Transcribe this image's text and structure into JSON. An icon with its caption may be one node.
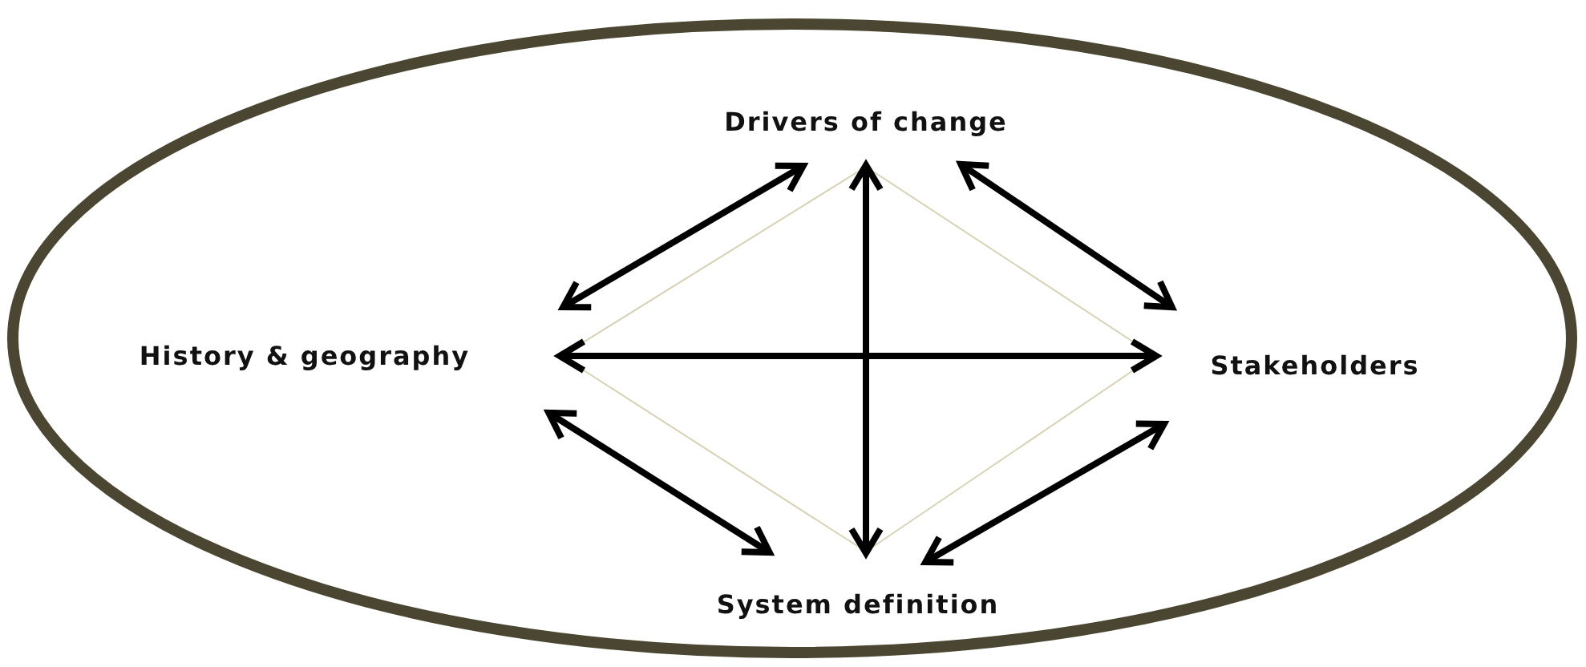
{
  "diagram": {
    "nodes": [
      {
        "text": [
          "Drivers of change"
        ]
      },
      {
        "text": [
          "History & geography"
        ]
      },
      {
        "text": [
          "Stakeholders"
        ]
      },
      {
        "text": [
          "System definition"
        ]
      }
    ],
    "edges": [
      {
        "from": 0,
        "to": 1,
        "arrow": "both"
      },
      {
        "from": 0,
        "to": 2,
        "arrow": "both"
      },
      {
        "from": 1,
        "to": 2,
        "arrow": "both"
      },
      {
        "from": 0,
        "to": 3,
        "arrow": "both"
      },
      {
        "from": 1,
        "to": 3,
        "arrow": "both"
      },
      {
        "from": 2,
        "to": 3,
        "arrow": "both"
      },
      {
        "from": 0,
        "to": 1,
        "arrow": "none",
        "color": "#d8d2b4"
      },
      {
        "from": 0,
        "to": 2,
        "arrow": "none",
        "color": "#d8d2b4"
      },
      {
        "from": 3,
        "to": 1,
        "arrow": "none",
        "color": "#d8d2b4"
      },
      {
        "from": 3,
        "to": 2,
        "arrow": "none",
        "color": "#d8d2b4"
      }
    ]
  }
}
